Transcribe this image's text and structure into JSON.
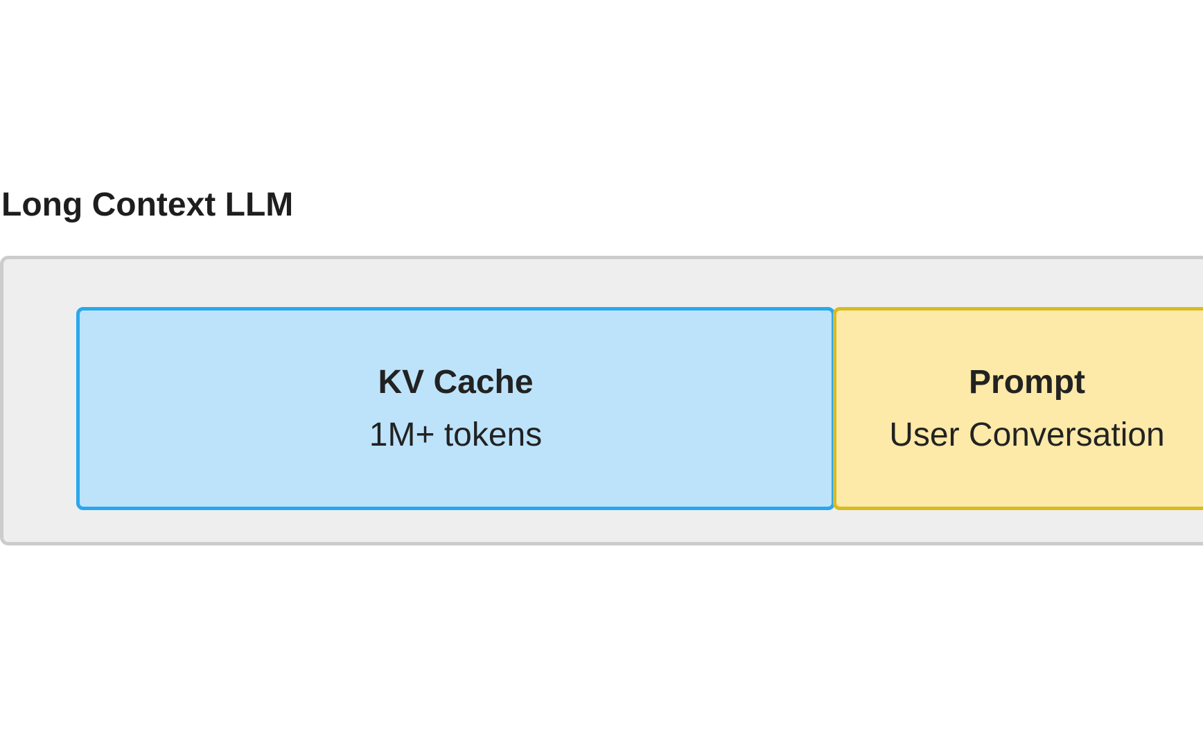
{
  "diagram": {
    "title": "Long Context LLM",
    "blocks": [
      {
        "title": "KV Cache",
        "subtitle": "1M+ tokens",
        "border_color": "#2aa7ec",
        "fill_color": "#bde3fb"
      },
      {
        "title": "Prompt",
        "subtitle": "User Conversation",
        "border_color": "#d8bb21",
        "fill_color": "#fde9a8"
      }
    ],
    "container_color": "#eeeeee",
    "container_border_color": "#cccccc"
  }
}
